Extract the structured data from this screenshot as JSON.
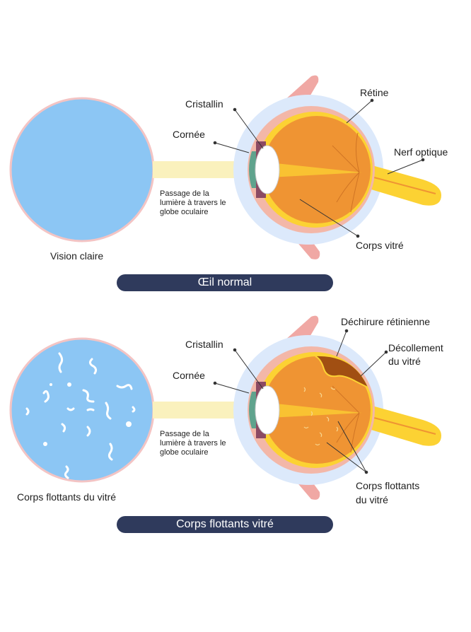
{
  "colors": {
    "clear_vision": "#8cc6f4",
    "circle_border": "#f3c4c4",
    "eye_orange": "#ef9433",
    "retina_yellow": "#fcd233",
    "nerve_yellow": "#fcd233",
    "halo": "#dce9fb",
    "muscle_pink": "#f0a8a4",
    "light_beam": "#faf1bd",
    "cornea_green": "#5fa38d",
    "lens_white": "#ffffff",
    "detachment_brown": "#a14f12",
    "pill_navy": "#2f3a5c",
    "text": "#1e1e1e"
  },
  "normal": {
    "circle_caption": "Vision claire",
    "passage_line1": "Passage de la",
    "passage_line2": "lumière à travers le",
    "passage_line3": "globe oculaire",
    "labels": {
      "cristallin": "Cristallin",
      "cornee": "Cornée",
      "retine": "Rétine",
      "nerf_optique": "Nerf optique",
      "corps_vitre": "Corps vitré"
    },
    "pill": "Œil normal"
  },
  "floaters": {
    "circle_caption": "Corps flottants du vitré",
    "passage_line1": "Passage de la",
    "passage_line2": "lumière à travers le",
    "passage_line3": "globe oculaire",
    "labels": {
      "cristallin": "Cristallin",
      "cornee": "Cornée",
      "dechirure": "Déchirure rétinienne",
      "decollement_line1": "Décollement",
      "decollement_line2": "du vitré",
      "corps_flottants_line1": "Corps flottants",
      "corps_flottants_line2": "du vitré"
    },
    "pill": "Corps flottants vitré"
  }
}
